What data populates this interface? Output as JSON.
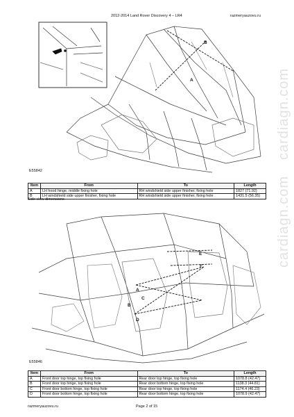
{
  "header": {
    "title": "2012-2014 Land Rover Discovery 4 – LR4",
    "site": "razmeryauzovu.ru"
  },
  "figures": [
    {
      "code": "E55842",
      "callouts": [
        "A",
        "B"
      ]
    },
    {
      "code": "E55846",
      "callouts": [
        "A",
        "B",
        "C",
        "D",
        "E",
        "F"
      ]
    }
  ],
  "tables": [
    {
      "columns": [
        "Item",
        "From",
        "To",
        "Length"
      ],
      "rows": [
        [
          "A",
          "LH hood hinge, middle fixing hole",
          "RH windshield side upper finisher, fixing hole",
          "1827 (71.92)"
        ],
        [
          "B",
          "LH windshield side upper finisher, fixing hole",
          "RH windshield side upper finisher, fixing hole",
          "1431.5 (56.35)"
        ]
      ],
      "note": "Side view dimensions"
    },
    {
      "columns": [
        "Item",
        "From",
        "To",
        "Length"
      ],
      "rows": [
        [
          "A",
          "Front door top hinge, top fixing hole",
          "Rear door top hinge, top fixing hole",
          "1078.8 (42.47)"
        ],
        [
          "B",
          "Front door top hinge, top fixing hole",
          "Rear door bottom hinge, top fixing hole",
          "1138.3 (44.81)"
        ],
        [
          "C",
          "Front door bottom hinge, top fixing hole",
          "Rear door top hinge, top fixing hole",
          "1174.4 (46.23)"
        ],
        [
          "D",
          "Front door bottom hinge, top fixing hole",
          "Rear door bottom hinge, top fixing hole",
          "1078.9 (42.47)"
        ]
      ]
    }
  ],
  "footer": {
    "source": "razmeryauzovu.ru",
    "page": "Page 2 of 15"
  },
  "watermark": [
    "cardiagn.com",
    "cardiagn.com"
  ]
}
